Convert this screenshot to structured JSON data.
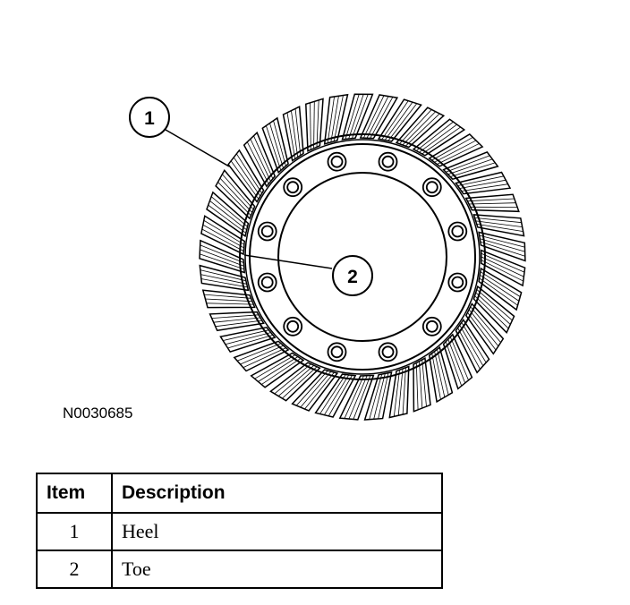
{
  "figure": {
    "id": "N0030685",
    "callouts": [
      {
        "number": "1",
        "target": "heel"
      },
      {
        "number": "2",
        "target": "toe"
      }
    ],
    "bolt_hole_count": 12,
    "tooth_count": 41
  },
  "legend": {
    "headers": {
      "item": "Item",
      "description": "Description"
    },
    "rows": [
      {
        "item": "1",
        "description": "Heel"
      },
      {
        "item": "2",
        "description": "Toe"
      }
    ]
  }
}
